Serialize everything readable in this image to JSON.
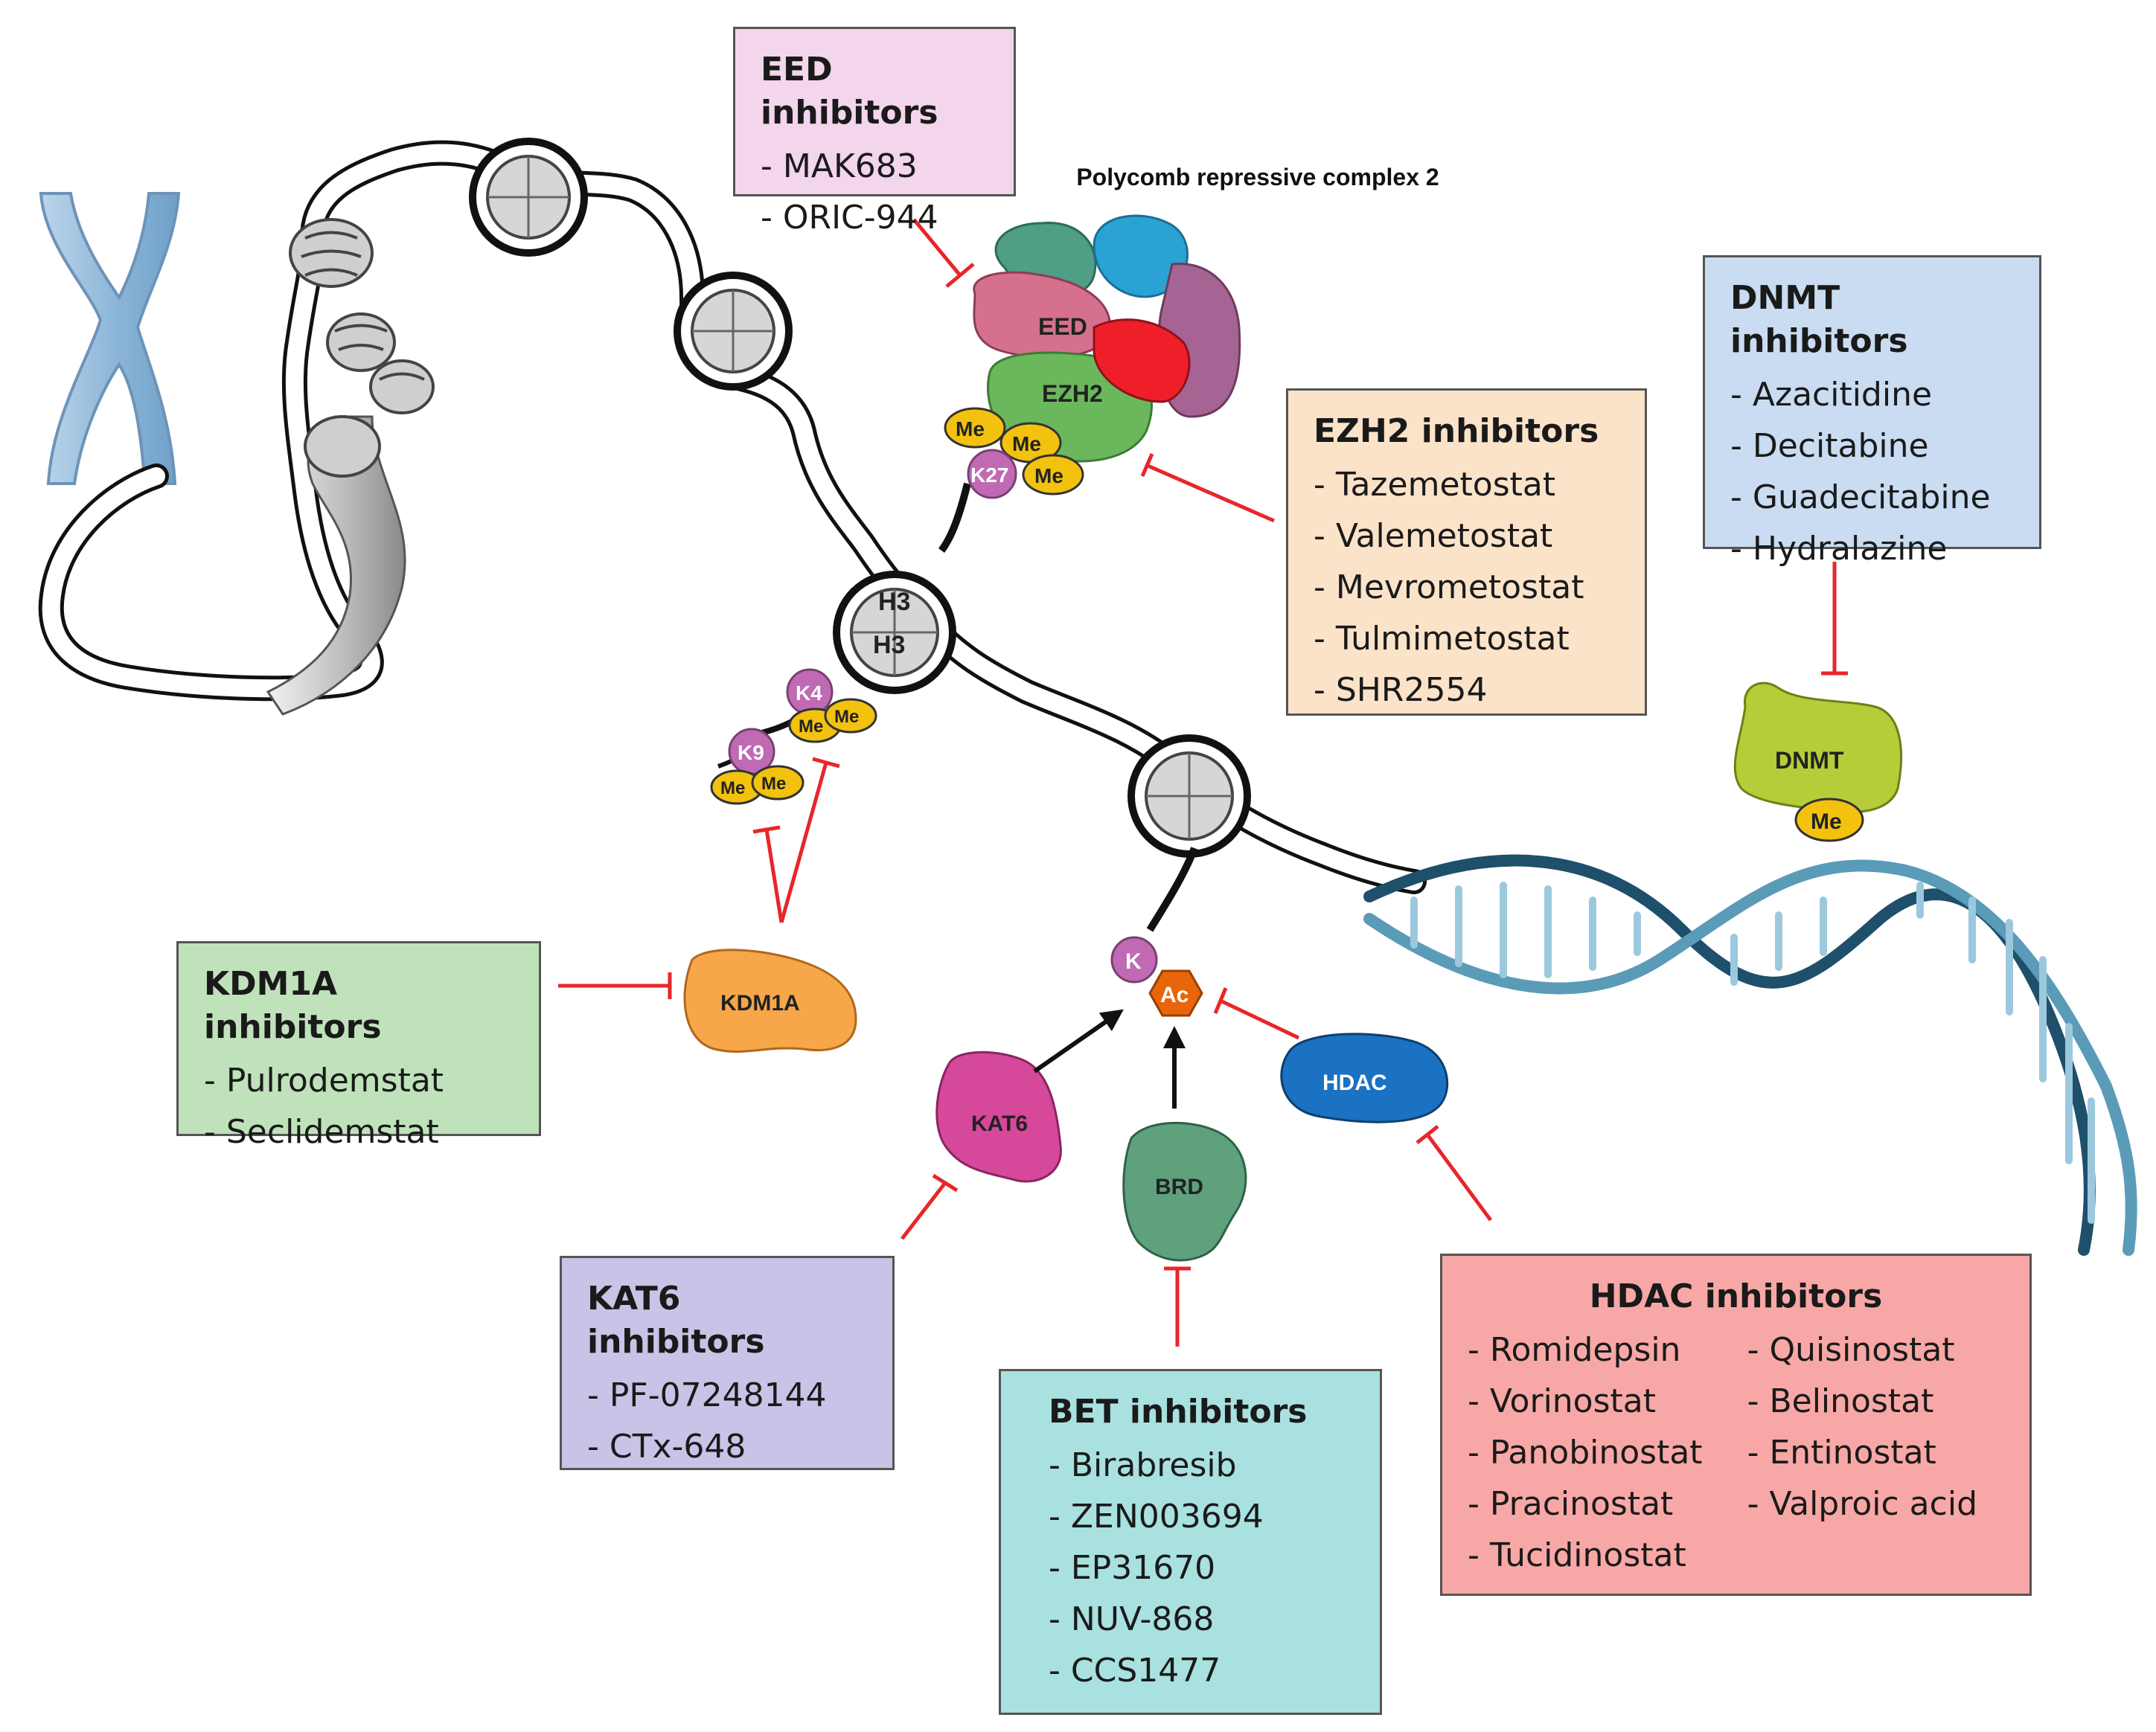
{
  "colors": {
    "eed_box": "#f3d5ec",
    "ezh2_box": "#fbe3c9",
    "dnmt_box": "#c9dcf1",
    "kdm1a_box": "#bfe2bb",
    "kat6_box": "#c8c4e8",
    "bet_box": "#a8e1e0",
    "hdac_box": "#f7a8a6",
    "inhibit": "#e8262a",
    "activate": "#111111"
  },
  "icons": [
    "chromosome-icon",
    "nucleosome-icon",
    "dna-helix-icon",
    "protein-blob-icon"
  ],
  "complex_title": "Polycomb repressive complex 2",
  "molecules": {
    "eed": "EED",
    "ezh2": "EZH2",
    "dnmt": "DNMT",
    "kdm1a": "KDM1A",
    "kat6": "KAT6",
    "brd": "BRD",
    "hdac": "HDAC"
  },
  "marks": {
    "me": "Me",
    "k27": "K27",
    "k4": "K4",
    "k9": "K9",
    "k": "K",
    "ac": "Ac",
    "h3": "H3"
  },
  "boxes": {
    "eed": {
      "title": "EED inhibitors",
      "items": [
        "MAK683",
        "ORIC-944"
      ]
    },
    "ezh2": {
      "title": "EZH2 inhibitors",
      "items": [
        "Tazemetostat",
        "Valemetostat",
        "Mevrometostat",
        "Tulmimetostat",
        "SHR2554"
      ]
    },
    "dnmt": {
      "title": "DNMT inhibitors",
      "items": [
        "Azacitidine",
        "Decitabine",
        "Guadecitabine",
        "Hydralazine"
      ]
    },
    "kdm1a": {
      "title": "KDM1A inhibitors",
      "items": [
        "Pulrodemstat",
        "Seclidemstat"
      ]
    },
    "kat6": {
      "title": "KAT6 inhibitors",
      "items": [
        "PF-07248144",
        "CTx-648"
      ]
    },
    "bet": {
      "title": "BET inhibitors",
      "items": [
        "Birabresib",
        "ZEN003694",
        "EP31670",
        "NUV-868",
        "CCS1477"
      ]
    },
    "hdac": {
      "title": "HDAC inhibitors",
      "items_left": [
        "Romidepsin",
        "Vorinostat",
        "Panobinostat",
        "Pracinostat",
        "Tucidinostat"
      ],
      "items_right": [
        "Quisinostat",
        "Belinostat",
        "Entinostat",
        "Valproic acid"
      ]
    }
  }
}
